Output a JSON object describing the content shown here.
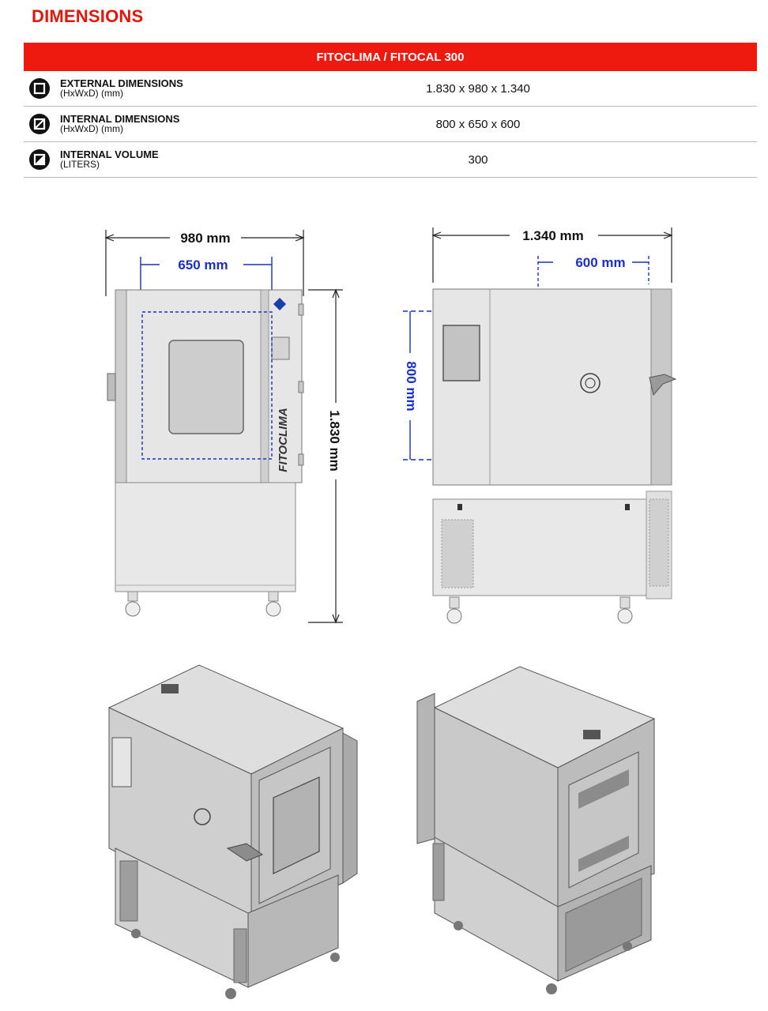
{
  "section_title": "DIMENSIONS",
  "table": {
    "header": "FITOCLIMA / FITOCAL 300",
    "rows": [
      {
        "icon": "external-box-icon",
        "label": "EXTERNAL DIMENSIONS",
        "sublabel": "(HxWxD) (mm)",
        "value": "1.830 x 980 x 1.340"
      },
      {
        "icon": "internal-box-icon",
        "label": "INTERNAL DIMENSIONS",
        "sublabel": "(HxWxD) (mm)",
        "value": "800 x 650 x 600"
      },
      {
        "icon": "volume-box-icon",
        "label": "INTERNAL VOLUME",
        "sublabel": "(LITERS)",
        "value": "300"
      }
    ]
  },
  "front_view": {
    "width_external": "980 mm",
    "width_internal": "650 mm",
    "height_external": "1.830 mm",
    "brand_text": "FITOCLIMA"
  },
  "side_view": {
    "depth_external": "1.340 mm",
    "depth_internal": "600 mm",
    "height_internal": "800 mm"
  },
  "colors": {
    "brand_red": "#e3160b",
    "dimension_blue": "#1a2fc9",
    "cabinet_gray": "#e6e6e6"
  }
}
